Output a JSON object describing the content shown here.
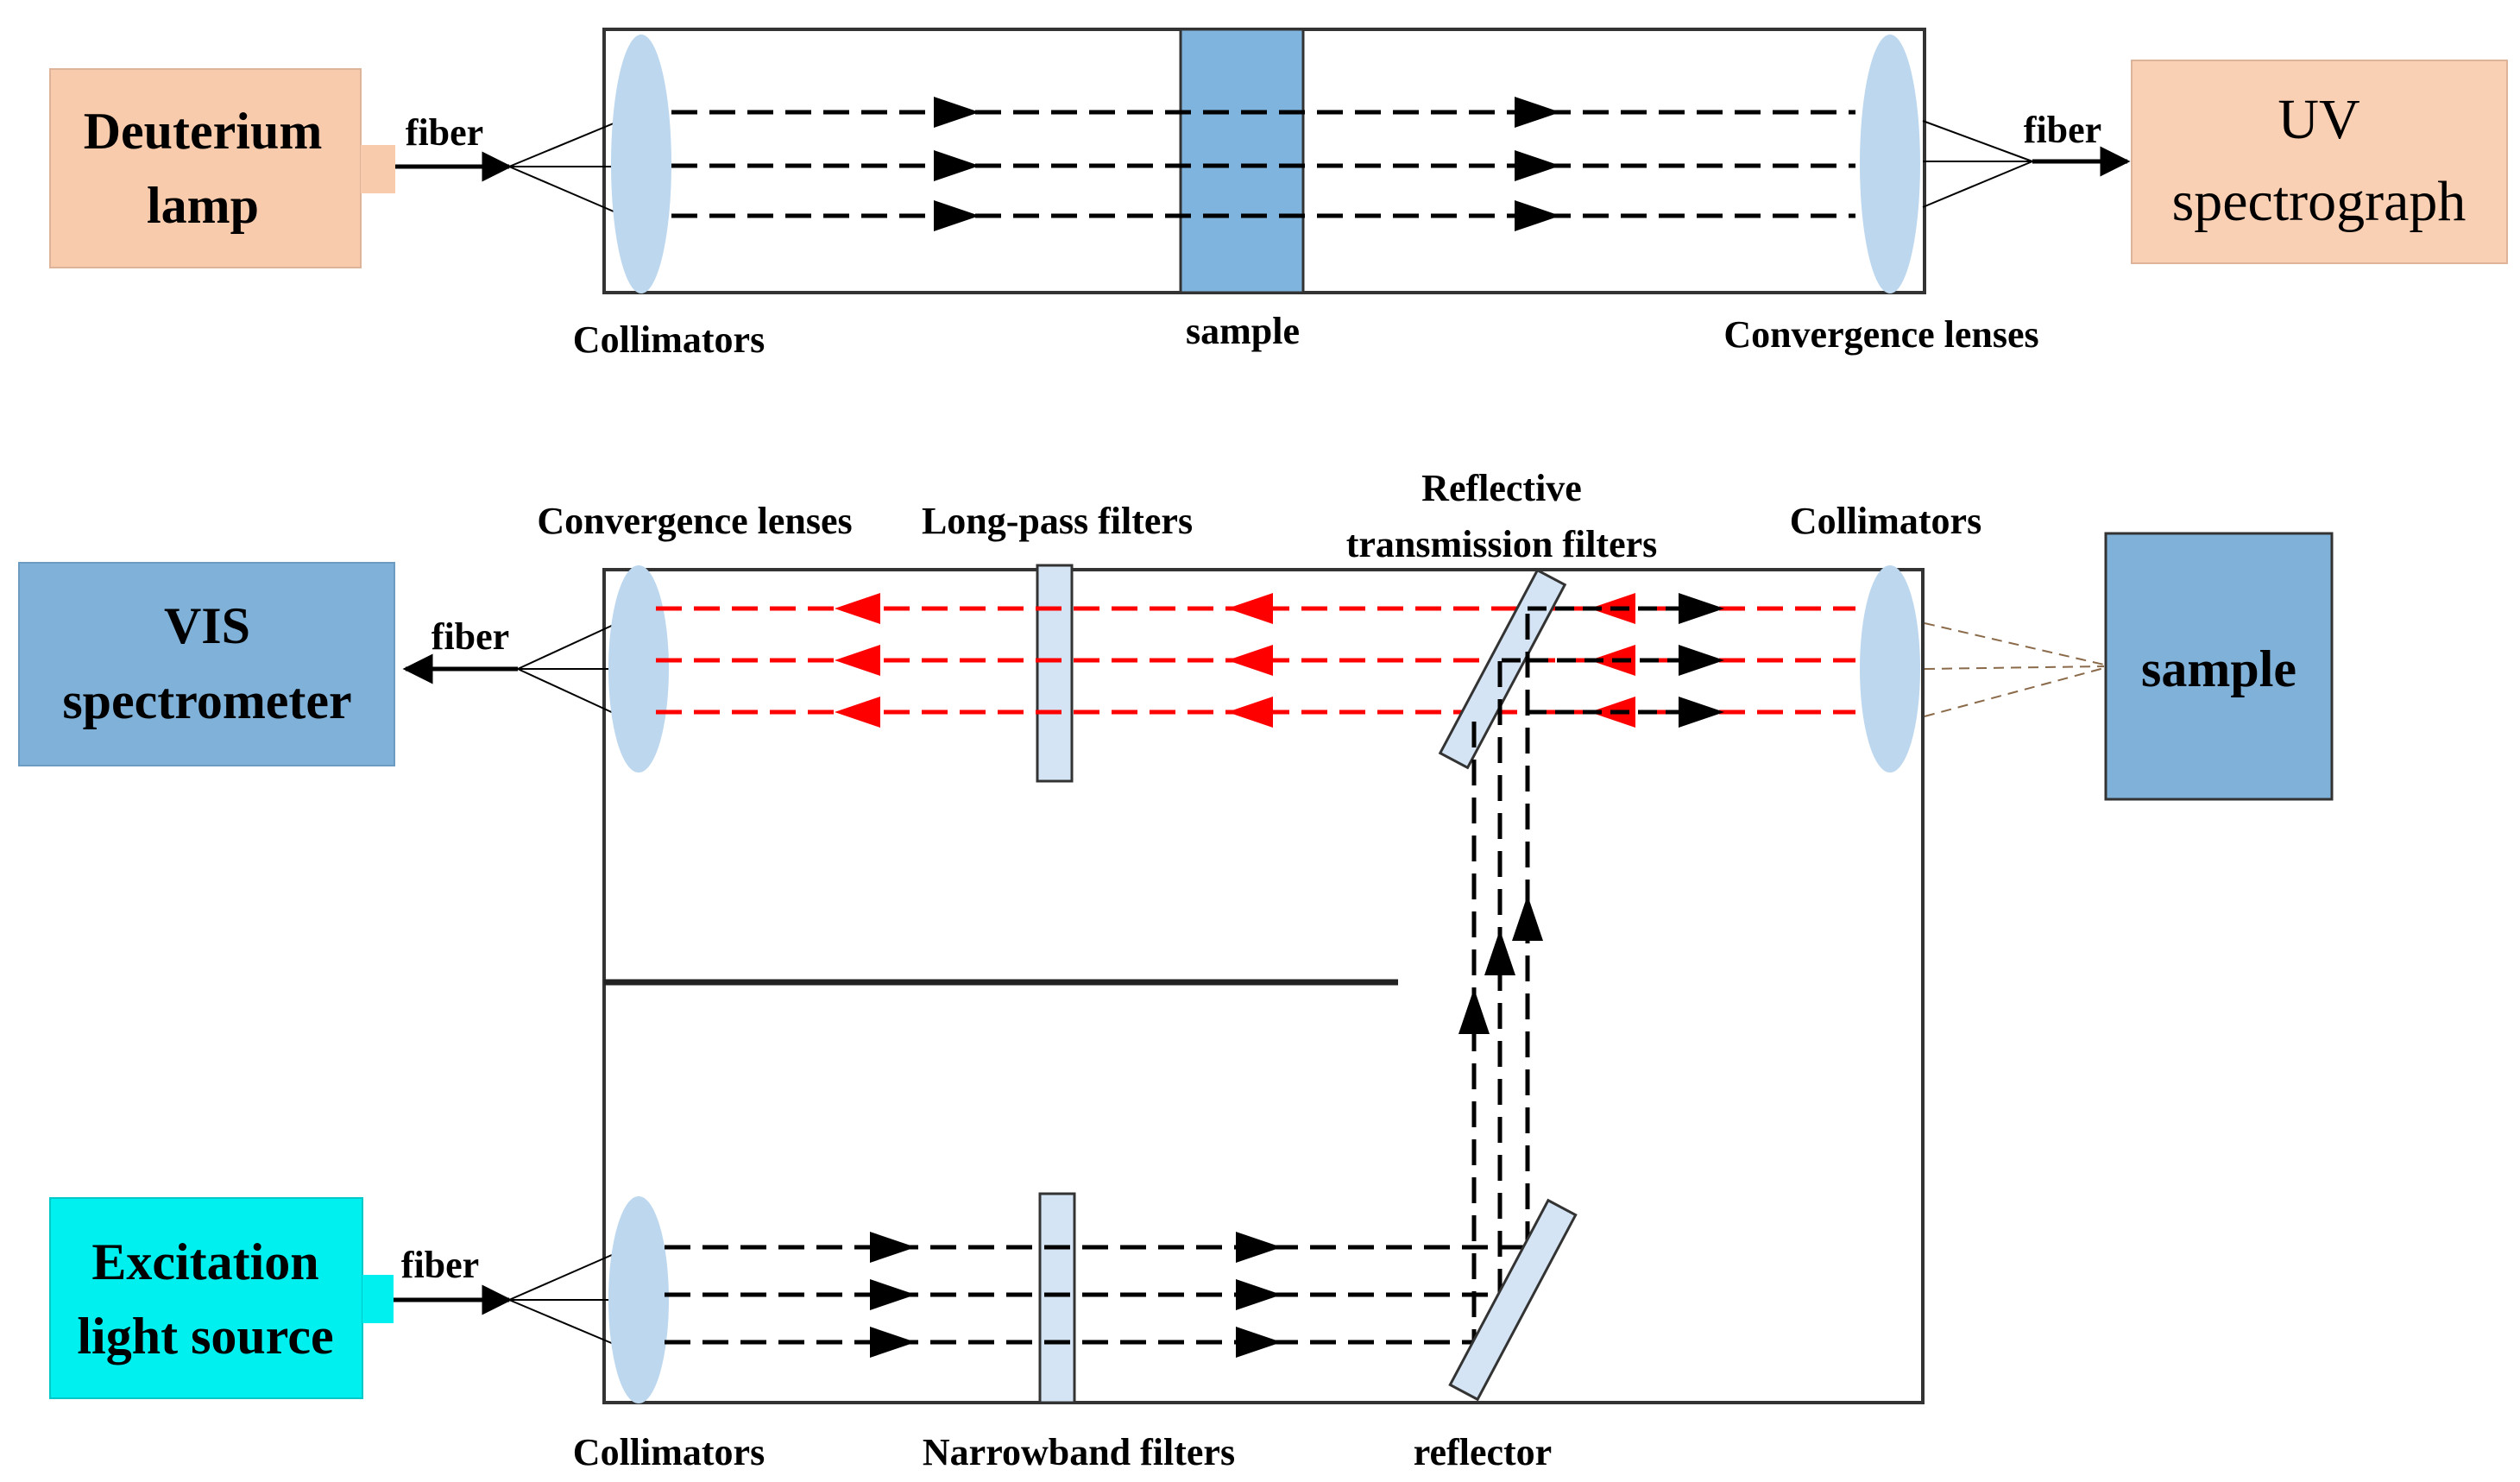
{
  "colors": {
    "lamp_box": "#f9cbad",
    "uv_box": "#fad0b4",
    "vis_box": "#7fb1d9",
    "sample_box": "#7fb1d9",
    "excitation_box": "#00f0f0",
    "lens": "#bcd7ee",
    "filter": "#d4e4f4",
    "sample_plate": "#7fb4df",
    "red_beam": "#ff0000",
    "black_beam": "#000000",
    "scatter": "#8b6a4a"
  },
  "top": {
    "source": "Deuterium lamp",
    "source_line1": "Deuterium",
    "source_line2": "lamp",
    "detector_line1": "UV",
    "detector_line2": "spectrograph",
    "fiber_in": "fiber",
    "fiber_out": "fiber",
    "collimators": "Collimators",
    "sample": "sample",
    "convergence": "Convergence lenses"
  },
  "bottom": {
    "detector_line1": "VIS",
    "detector_line2": "spectrometer",
    "source_line1": "Excitation",
    "source_line2": "light source",
    "sample": "sample",
    "fiber_vis": "fiber",
    "fiber_exc": "fiber",
    "convergence": "Convergence lenses",
    "longpass": "Long-pass filters",
    "reflective_line1": "Reflective",
    "reflective_line2": "transmission filters",
    "collimators_top": "Collimators",
    "collimators_bottom": "Collimators",
    "narrowband": "Narrowband filters",
    "reflector": "reflector"
  }
}
